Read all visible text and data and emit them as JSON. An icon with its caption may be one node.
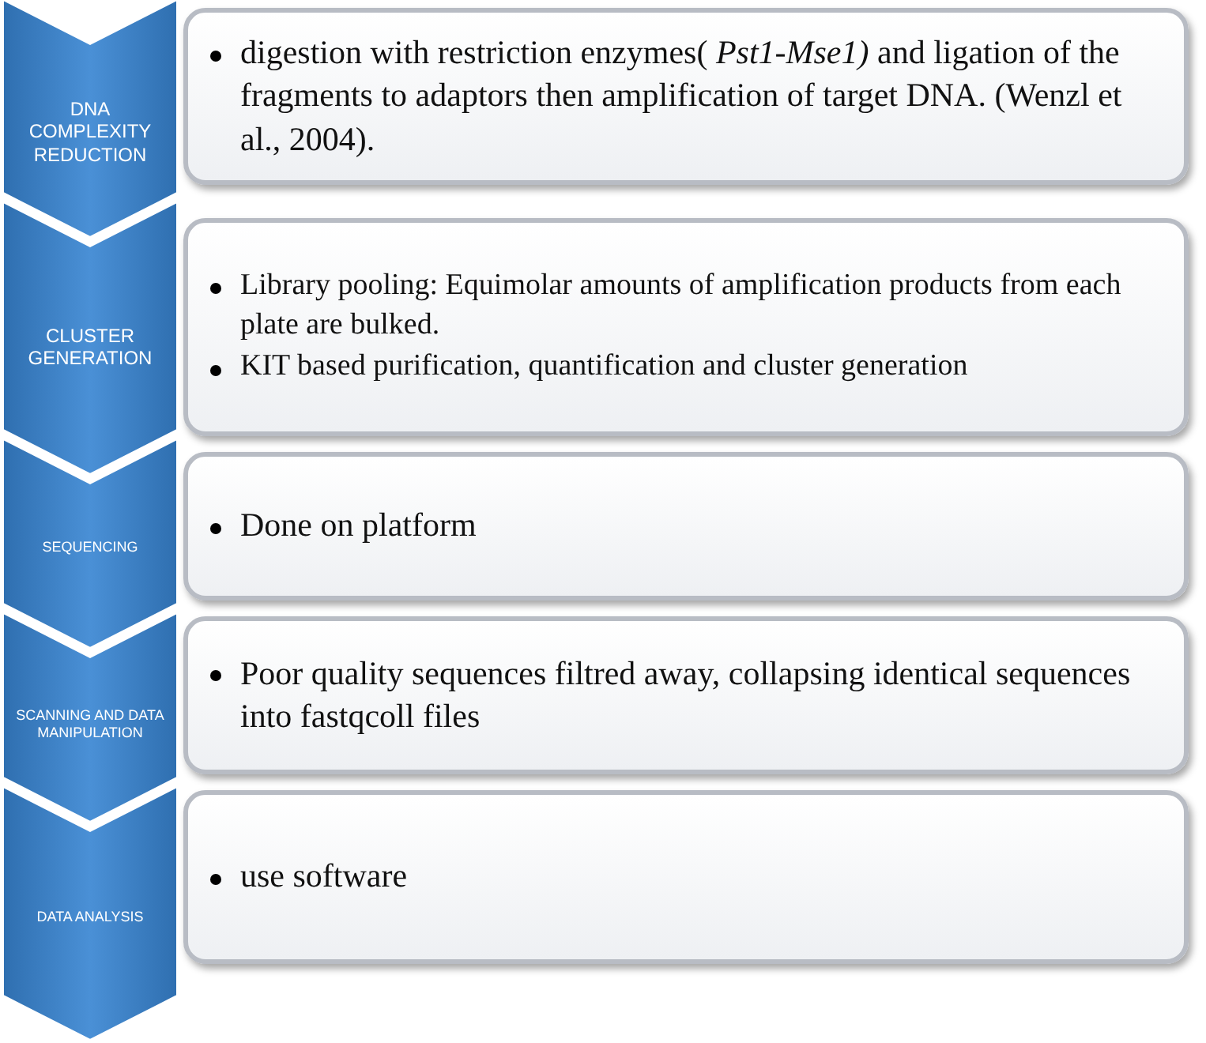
{
  "diagram": {
    "nodes": [
      {
        "text": [
          "DNA COMPLEXITY REDUCTION"
        ]
      },
      {
        "text": [
          "digestion with restriction enzymes( *Pst1-Mse1)* and ligation of the fragments to adaptors then amplification of target DNA. (Wenzl et al., 2004)."
        ]
      },
      {
        "text": [
          "CLUSTER GENERATION"
        ]
      },
      {
        "text": [
          "Library pooling: Equimolar amounts of amplification products from each plate are bulked.",
          "KIT based purification, quantification and cluster generation"
        ]
      },
      {
        "text": [
          "SEQUENCING"
        ]
      },
      {
        "text": [
          "Done on platform"
        ]
      },
      {
        "text": [
          "SCANNING AND DATA MANIPULATION"
        ]
      },
      {
        "text": [
          "Poor quality sequences filtred away, collapsing identical sequences into fastqcoll files"
        ]
      },
      {
        "text": [
          "DATA ANALYSIS"
        ]
      },
      {
        "text": [
          "use software"
        ]
      }
    ],
    "edges": []
  }
}
